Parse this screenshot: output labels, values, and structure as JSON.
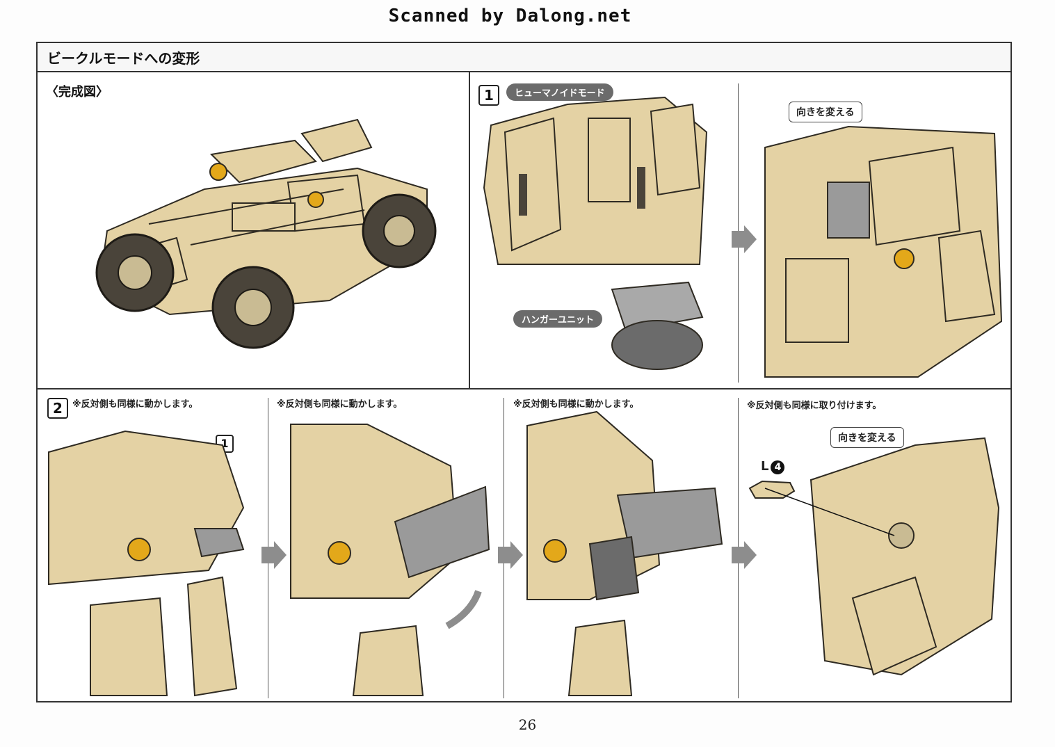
{
  "watermark": "Scanned by Dalong.net",
  "header": {
    "title": "ビークルモードへの変形"
  },
  "completed": {
    "label": "〈完成図〉"
  },
  "step1": {
    "number": "1",
    "mode_label": "ヒューマノイドモード",
    "part_label": "ハンガーユニット",
    "callout": "向きを変える"
  },
  "step2": {
    "number": "2",
    "panels": [
      {
        "note": "※反対側も同様に動かします。",
        "ref": "1"
      },
      {
        "note": "※反対側も同様に動かします。"
      },
      {
        "note": "※反対側も同様に動かします。"
      },
      {
        "note": "※反対側も同様に取り付けます。",
        "callout": "向きを変える",
        "part": "L",
        "part_number": "4"
      }
    ]
  },
  "footer": {
    "page": "26"
  },
  "colors": {
    "model_fill": "#e4d2a4",
    "model_stroke": "#2e2a22",
    "accent_yellow": "#e3a81a",
    "arrow_gray": "#8d8d8d"
  }
}
